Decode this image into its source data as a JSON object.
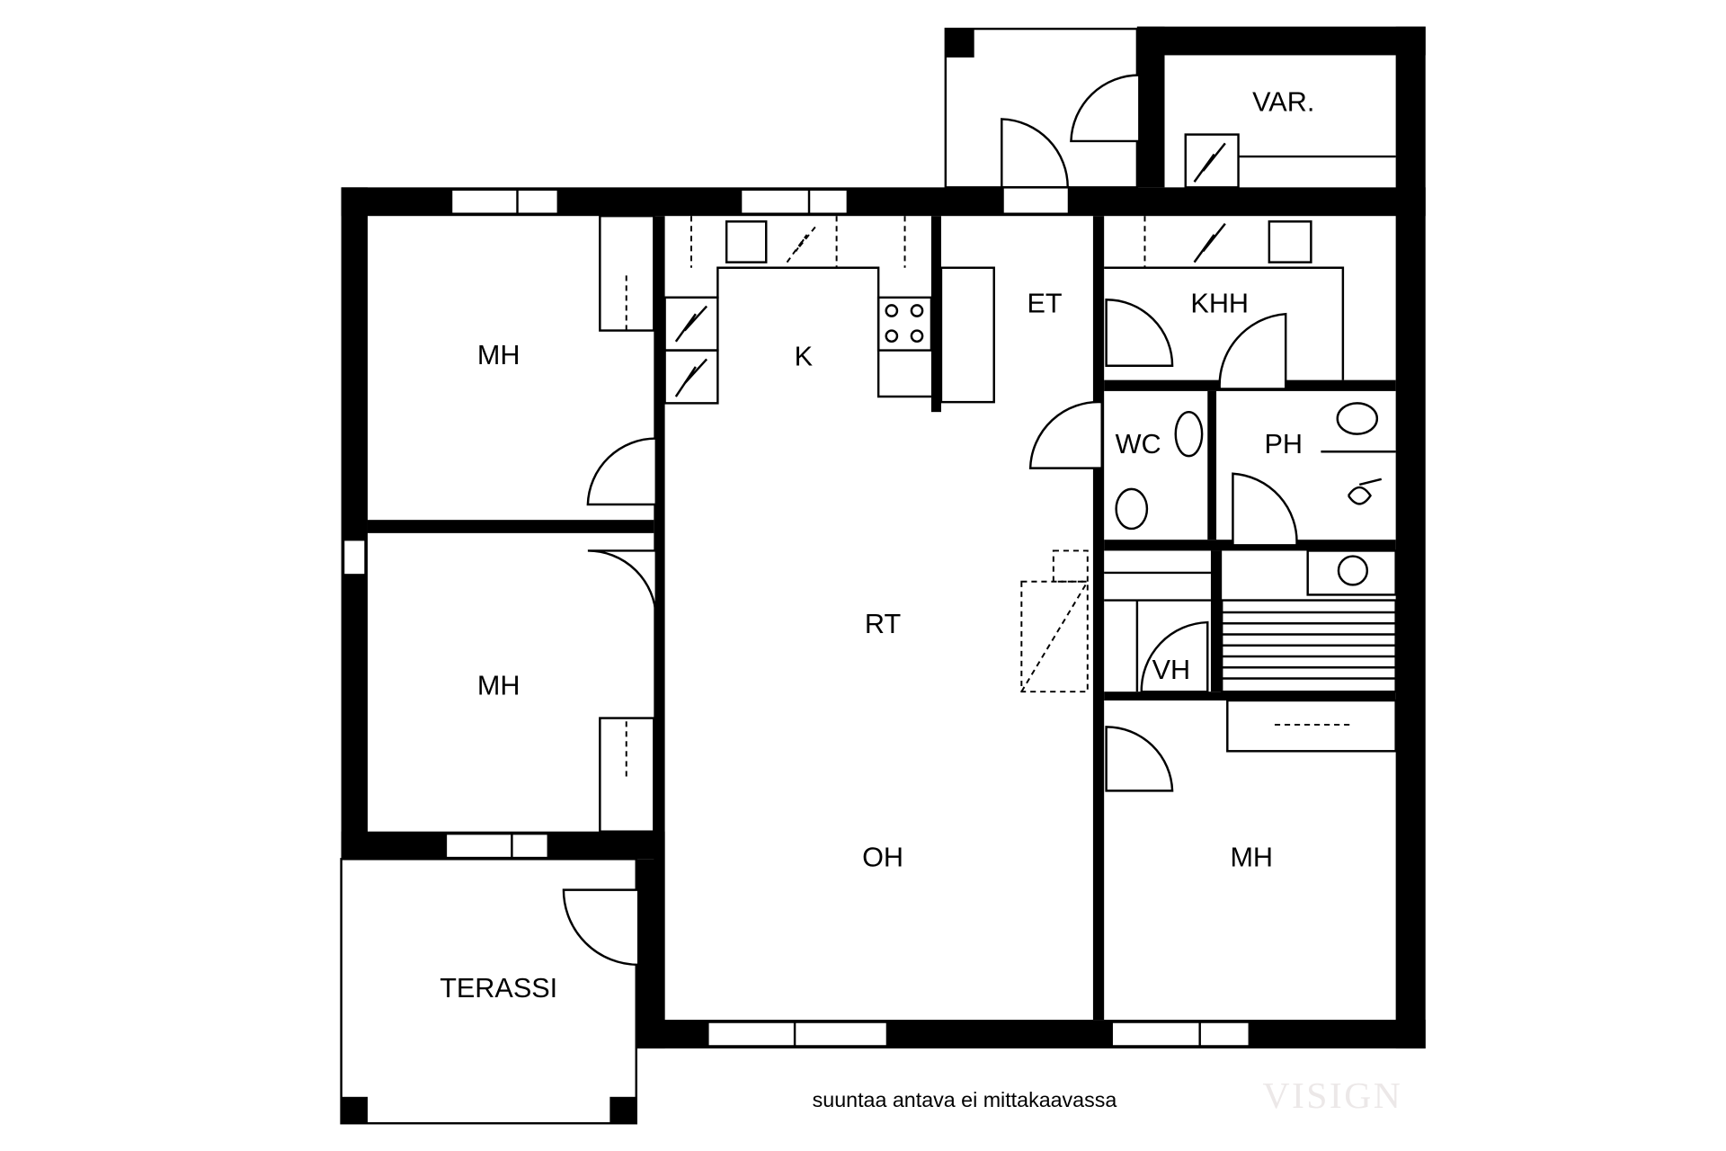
{
  "rooms": {
    "mh_top_left": "MH",
    "k": "K",
    "et": "ET",
    "khh": "KHH",
    "var": "VAR.",
    "wc": "WC",
    "ph": "PH",
    "mh_mid_left": "MH",
    "rt": "RT",
    "vh": "VH",
    "oh": "OH",
    "mh_right": "MH",
    "terassi": "TERASSI"
  },
  "footer": {
    "note": "suuntaa antava ei mittakaavassa",
    "watermark": "VISIGN"
  }
}
